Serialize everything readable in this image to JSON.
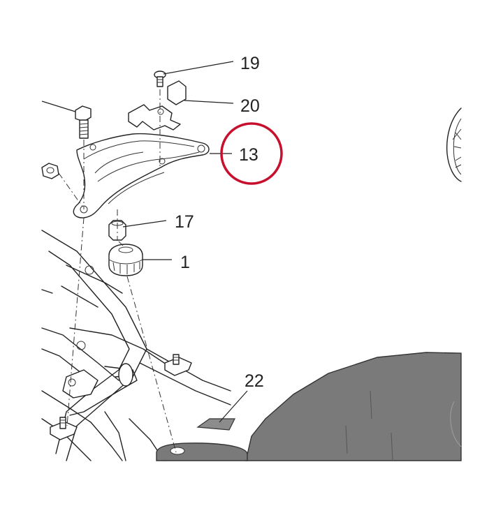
{
  "callouts": [
    {
      "id": "19",
      "label": "19"
    },
    {
      "id": "20",
      "label": "20"
    },
    {
      "id": "13",
      "label": "13"
    },
    {
      "id": "17",
      "label": "17"
    },
    {
      "id": "1",
      "label": "1"
    },
    {
      "id": "22",
      "label": "22"
    }
  ],
  "highlight": {
    "target": "13",
    "color": "#c8102e"
  },
  "colors": {
    "line": "#222222",
    "tank_fill": "#7a7a7a",
    "pad_fill": "#8c8c8c"
  }
}
